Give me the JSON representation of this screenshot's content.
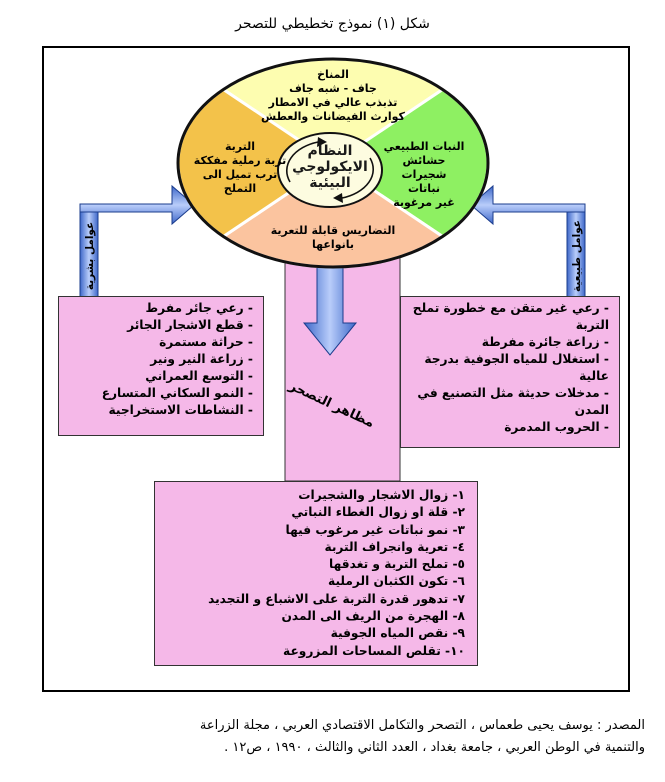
{
  "title": "شكل (١) نموذج تخطيطي للتصحر",
  "circle": {
    "core": {
      "line1": "النظام",
      "line2": "الايكولوجي",
      "line3": "البيئية"
    },
    "segments": {
      "climate": [
        "المناخ",
        "جاف - شبه جاف",
        "تذبذب عالي في الامطار",
        "كوارث الفيضانات والعطش"
      ],
      "vegetation": [
        "النبات الطبيعي",
        "حشائش",
        "شجيرات",
        "نباتات",
        "غير مرغوبة"
      ],
      "soil": [
        "التربة",
        "تربة رملية مفككة",
        "ترب تميل الى",
        "التملح"
      ],
      "terrain": [
        "التضاريس قابلة للتعرية",
        "بانواعها"
      ]
    },
    "colors": {
      "climate": "#fdfdb0",
      "vegetation": "#8ef062",
      "soil": "#f3c24a",
      "terrain": "#fbc49f",
      "core": "#fdfce0"
    }
  },
  "left_arrow_label": "عوامل بشرية",
  "right_arrow_label": "عوامل طبيعية",
  "center_arrow_label": "مظاهر التصحر",
  "left_box": [
    "- رعي جائر مفرط",
    "- قطع الاشجار الجائر",
    "- حراثة مستمرة",
    "- زراعة النير ونير",
    "- التوسع العمراني",
    "- النمو السكاني المتسارع",
    "- النشاطات الاستخراجية"
  ],
  "right_box": [
    "- رعي غير متقن مع خطورة تملح التربة",
    "- زراعة جائرة مفرطة",
    "- استغلال للمياه الجوفية بدرجة عالية",
    "- مدخلات حديثة مثل التصنيع في المدن",
    "- الحروب المدمرة"
  ],
  "bottom_box": [
    "١- زوال الاشجار والشجيرات",
    "٢- قلة او زوال الغطاء النباتي",
    "٣- نمو نباتات غير مرغوب فيها",
    "٤- تعرية وانجراف التربة",
    "٥- تملح التربة و تغدقها",
    "٦- تكون الكثبان الرملية",
    "٧- تدهور قدرة التربة على الاشباع و التجديد",
    "٨- الهجرة من الريف الى المدن",
    "٩- نقص المياه الجوفية",
    "١٠- تقلص المساحات المزروعة"
  ],
  "source": {
    "line1": "المصدر : يوسف يحيى طعماس ، التصحر والتكامل الاقتصادي العربي ، مجلة الزراعة",
    "line2": "والتنمية في الوطن العربي ، جامعة بغداد ، العدد الثاني والثالث ، ١٩٩٠ ، ص١٢ ."
  }
}
